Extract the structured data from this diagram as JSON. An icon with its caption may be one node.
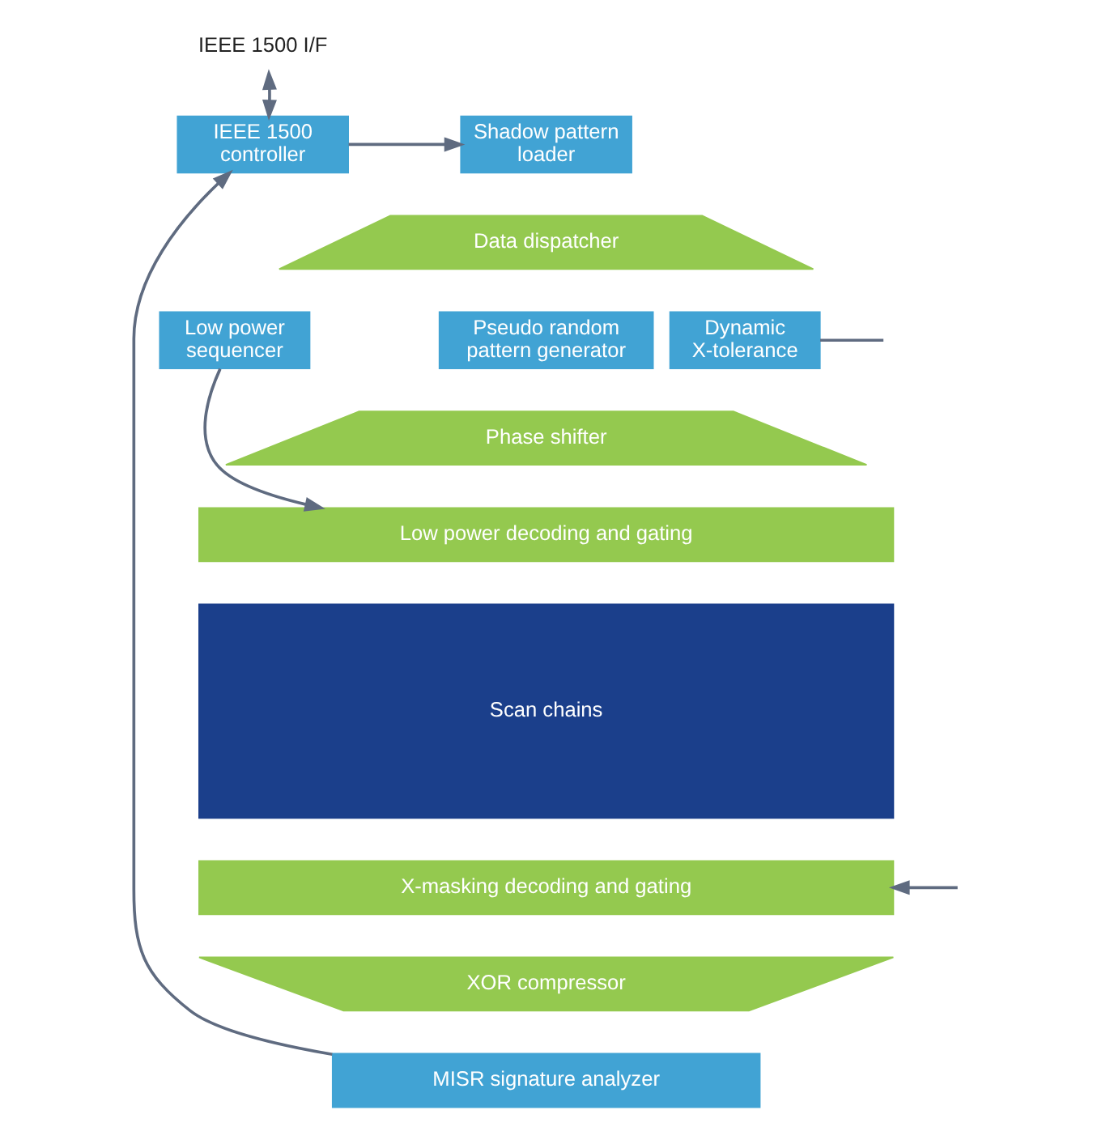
{
  "diagram": {
    "nodes": [
      {
        "text": [
          "IEEE 1500 I/F"
        ]
      },
      {
        "text": [
          "IEEE 1500 controller"
        ]
      },
      {
        "text": [
          "Shadow pattern loader"
        ]
      },
      {
        "text": [
          "Data dispatcher"
        ]
      },
      {
        "text": [
          "Low power sequencer"
        ]
      },
      {
        "text": [
          "Pseudo random pattern generator"
        ]
      },
      {
        "text": [
          "Dynamic X-tolerance"
        ]
      },
      {
        "text": [
          "Phase shifter"
        ]
      },
      {
        "text": [
          "Low power decoding and gating"
        ]
      },
      {
        "text": [
          "Scan chains"
        ]
      },
      {
        "text": [
          "X-masking decoding and gating"
        ]
      },
      {
        "text": [
          "XOR compressor"
        ]
      },
      {
        "text": [
          "MISR signature analyzer"
        ]
      }
    ],
    "edges": [
      {
        "from": 0,
        "to": 1,
        "arrow": "both"
      },
      {
        "from": 1,
        "to": 2,
        "arrow": "to"
      },
      {
        "from": 4,
        "to": 8,
        "arrow": "to"
      },
      {
        "from": 6,
        "to": null,
        "arrow": "none"
      },
      {
        "from": null,
        "to": 10,
        "arrow": "to"
      },
      {
        "from": 12,
        "to": 1,
        "arrow": "to"
      }
    ]
  }
}
